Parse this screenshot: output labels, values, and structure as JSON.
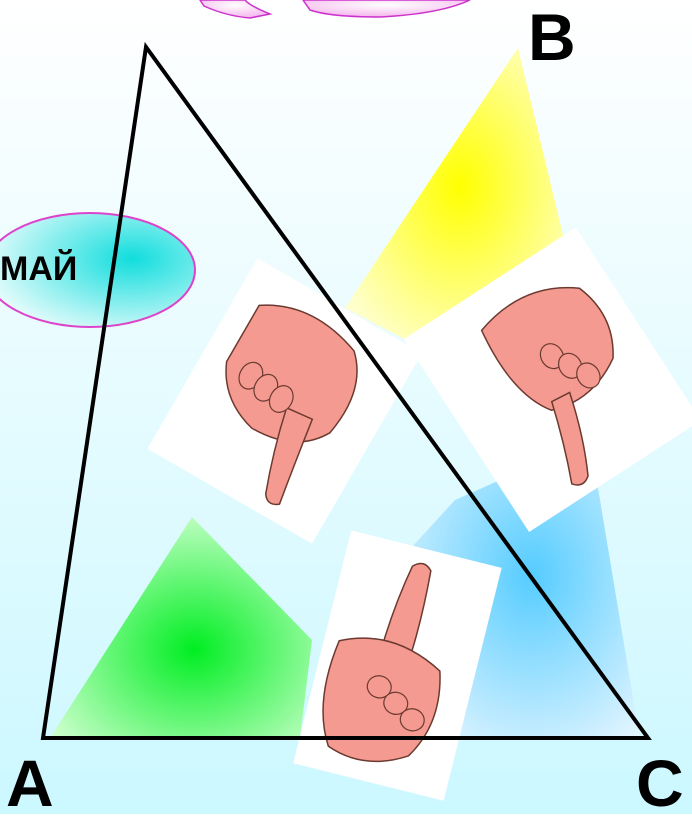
{
  "vertices": {
    "a": "A",
    "b": "B",
    "c": "C"
  },
  "bubble_text": "МАЙ",
  "colors": {
    "yellow_shape": "#ffff00",
    "green_shape": "#00ee22",
    "blue_shape": "#55ccff",
    "bubble": "#22dddd",
    "bubble_outline": "#dd44cc",
    "hand": "#f49a90",
    "triangle_line": "#000000"
  }
}
